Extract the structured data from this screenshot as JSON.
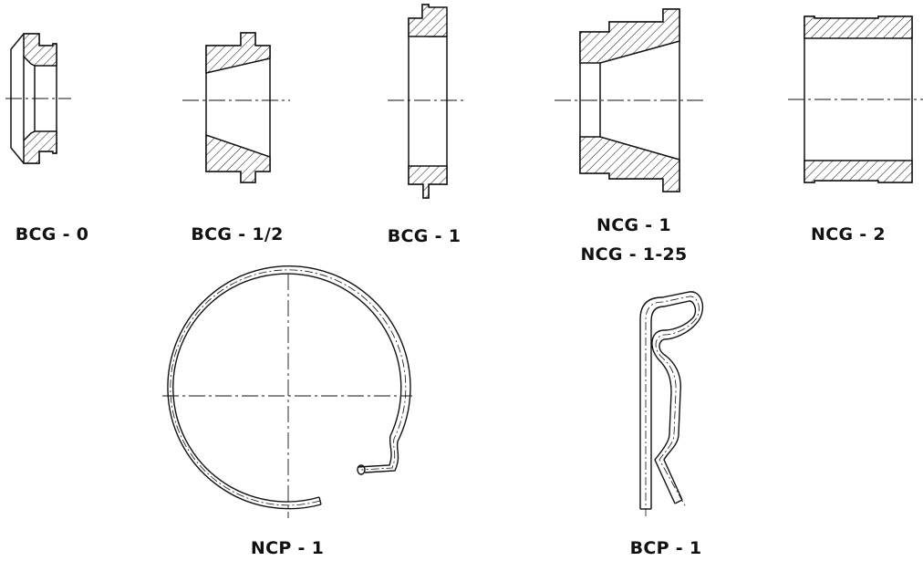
{
  "parts": [
    {
      "label": "BCG - 0"
    },
    {
      "label": "BCG - 1/2"
    },
    {
      "label": "BCG - 1"
    },
    {
      "label": "NCG - 1",
      "label2": "NCG - 1-25"
    },
    {
      "label": "NCG - 2"
    },
    {
      "label": "NCP - 1"
    },
    {
      "label": "BCP - 1"
    }
  ],
  "colors": {
    "line": "#111111",
    "background": "#ffffff"
  }
}
